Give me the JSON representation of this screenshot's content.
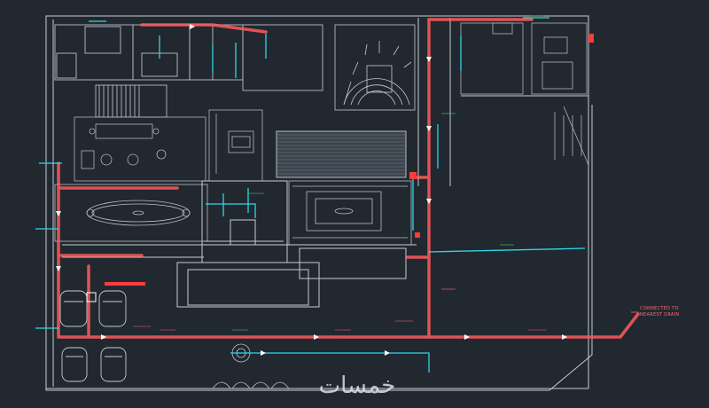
{
  "drawing": {
    "callout": {
      "line1": "CONNECTED TO",
      "line2": "NEAREST DRAIN"
    },
    "watermark": "خمسات"
  },
  "colors": {
    "background": "#212830",
    "walls": "#c5cbd2",
    "pipe_main": "#ff5c5c",
    "pipe_branch": "#30d6e6",
    "callout": "#ff6b6b",
    "label_green": "#4ccf6a",
    "fixtures": "#9aa2ab"
  }
}
